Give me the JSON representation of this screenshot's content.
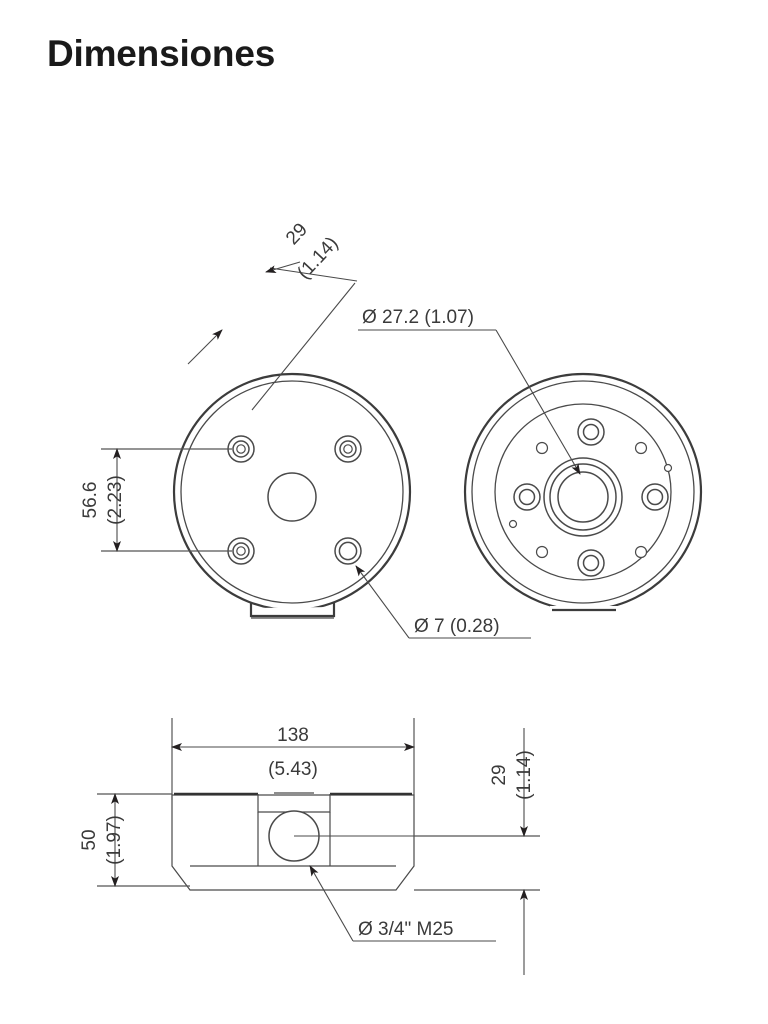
{
  "page": {
    "title": "Dimensiones",
    "background_color": "#ffffff",
    "line_color": "#3c3c3c",
    "text_color": "#3a3a3a"
  },
  "drawing": {
    "type": "technical-dimension-drawing",
    "description": "Junction box dimensional drawing with two top views and one side elevation",
    "views": [
      {
        "name": "bottom-view-left",
        "label": "left-circular-view",
        "features": [
          "outer-ring",
          "four-screw-holes",
          "center-hole",
          "bottom-notch"
        ]
      },
      {
        "name": "top-view-right",
        "label": "right-circular-view",
        "features": [
          "outer-ring",
          "inner-ring",
          "four-screw-holes",
          "six-small-holes",
          "center-hub"
        ]
      },
      {
        "name": "side-elevation",
        "label": "side-view",
        "features": [
          "body-outline",
          "conduit-hole",
          "chamfered-base",
          "top-rim"
        ]
      }
    ]
  },
  "dimensions": {
    "height_29_top": {
      "value": "29",
      "imperial": "(1.14)",
      "orientation": "diagonal-rotated"
    },
    "hole_center_diameter": {
      "value": "Ø 27.2 (1.07)",
      "orientation": "horizontal-leader"
    },
    "hole_spacing_vertical": {
      "value": "56.6",
      "imperial": "(2.23)",
      "orientation": "vertical-rotated"
    },
    "screw_hole_diameter": {
      "value": "Ø 7 (0.28)",
      "orientation": "horizontal-leader"
    },
    "width_138": {
      "value": "138",
      "imperial": "(5.43)",
      "orientation": "horizontal"
    },
    "height_50": {
      "value": "50",
      "imperial": "(1.97)",
      "orientation": "vertical-rotated"
    },
    "height_29_side": {
      "value": "29",
      "imperial": "(1.14)",
      "orientation": "vertical-rotated"
    },
    "conduit_thread": {
      "value": "Ø 3/4\" M25",
      "orientation": "horizontal-leader"
    }
  }
}
